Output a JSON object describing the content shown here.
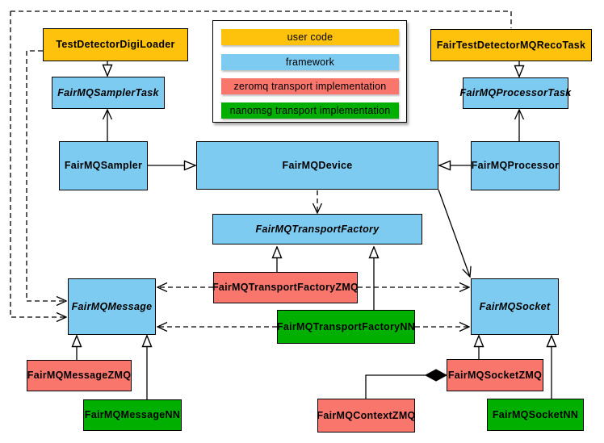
{
  "palette": {
    "user_code": "#FEC20D",
    "framework": "#7DCBF0",
    "zeromq": "#F9766D",
    "nanomsg": "#00AF00",
    "border": "#000000",
    "background": "#FFFFFF"
  },
  "legend": {
    "items": [
      {
        "label": "user code",
        "category": "user_code"
      },
      {
        "label": "framework",
        "category": "framework"
      },
      {
        "label": "zeromq transport implementation",
        "category": "zeromq"
      },
      {
        "label": "nanomsg transport implementation",
        "category": "nanomsg"
      }
    ]
  },
  "nodes": {
    "testDetectorDigiLoader": {
      "label": "TestDetectorDigiLoader",
      "category": "user_code",
      "abstract": false
    },
    "fairTestDetectorMQRecoTask": {
      "label": "FairTestDetectorMQRecoTask",
      "category": "user_code",
      "abstract": false
    },
    "fairMQSamplerTask": {
      "label": "FairMQSamplerTask",
      "category": "framework",
      "abstract": true
    },
    "fairMQProcessorTask": {
      "label": "FairMQProcessorTask",
      "category": "framework",
      "abstract": true
    },
    "fairMQSampler": {
      "label": "FairMQSampler",
      "category": "framework",
      "abstract": false
    },
    "fairMQDevice": {
      "label": "FairMQDevice",
      "category": "framework",
      "abstract": false
    },
    "fairMQProcessor": {
      "label": "FairMQProcessor",
      "category": "framework",
      "abstract": false
    },
    "fairMQTransportFactory": {
      "label": "FairMQTransportFactory",
      "category": "framework",
      "abstract": true
    },
    "fairMQTransportFactoryZMQ": {
      "label": "FairMQTransportFactoryZMQ",
      "category": "zeromq",
      "abstract": false
    },
    "fairMQTransportFactoryNN": {
      "label": "FairMQTransportFactoryNN",
      "category": "nanomsg",
      "abstract": false
    },
    "fairMQMessage": {
      "label": "FairMQMessage",
      "category": "framework",
      "abstract": true
    },
    "fairMQSocket": {
      "label": "FairMQSocket",
      "category": "framework",
      "abstract": true
    },
    "fairMQMessageZMQ": {
      "label": "FairMQMessageZMQ",
      "category": "zeromq",
      "abstract": false
    },
    "fairMQMessageNN": {
      "label": "FairMQMessageNN",
      "category": "nanomsg",
      "abstract": false
    },
    "fairMQSocketZMQ": {
      "label": "FairMQSocketZMQ",
      "category": "zeromq",
      "abstract": false
    },
    "fairMQSocketNN": {
      "label": "FairMQSocketNN",
      "category": "nanomsg",
      "abstract": false
    },
    "fairMQContextZMQ": {
      "label": "FairMQContextZMQ",
      "category": "zeromq",
      "abstract": false
    }
  },
  "edges": [
    {
      "from": "TestDetectorDigiLoader",
      "to": "FairMQSamplerTask",
      "type": "inheritance"
    },
    {
      "from": "FairTestDetectorMQRecoTask",
      "to": "FairMQProcessorTask",
      "type": "inheritance"
    },
    {
      "from": "FairMQSampler",
      "to": "FairMQDevice",
      "type": "inheritance"
    },
    {
      "from": "FairMQProcessor",
      "to": "FairMQDevice",
      "type": "inheritance"
    },
    {
      "from": "FairMQSampler",
      "to": "FairMQSamplerTask",
      "type": "association"
    },
    {
      "from": "FairMQProcessor",
      "to": "FairMQProcessorTask",
      "type": "association"
    },
    {
      "from": "FairMQDevice",
      "to": "FairMQTransportFactory",
      "type": "dependency"
    },
    {
      "from": "FairMQDevice",
      "to": "FairMQSocket",
      "type": "association"
    },
    {
      "from": "FairMQTransportFactoryZMQ",
      "to": "FairMQTransportFactory",
      "type": "inheritance"
    },
    {
      "from": "FairMQTransportFactoryNN",
      "to": "FairMQTransportFactory",
      "type": "inheritance"
    },
    {
      "from": "FairMQTransportFactoryZMQ",
      "to": "FairMQMessage",
      "type": "dependency"
    },
    {
      "from": "FairMQTransportFactoryZMQ",
      "to": "FairMQSocket",
      "type": "dependency"
    },
    {
      "from": "FairMQTransportFactoryNN",
      "to": "FairMQMessage",
      "type": "dependency"
    },
    {
      "from": "FairMQTransportFactoryNN",
      "to": "FairMQSocket",
      "type": "dependency"
    },
    {
      "from": "TestDetectorDigiLoader",
      "to": "FairMQMessage",
      "type": "dependency"
    },
    {
      "from": "FairTestDetectorMQRecoTask",
      "to": "FairMQMessage",
      "type": "dependency"
    },
    {
      "from": "FairMQMessageZMQ",
      "to": "FairMQMessage",
      "type": "inheritance"
    },
    {
      "from": "FairMQMessageNN",
      "to": "FairMQMessage",
      "type": "inheritance"
    },
    {
      "from": "FairMQSocketZMQ",
      "to": "FairMQSocket",
      "type": "inheritance"
    },
    {
      "from": "FairMQSocketNN",
      "to": "FairMQSocket",
      "type": "inheritance"
    },
    {
      "from": "FairMQContextZMQ",
      "to": "FairMQSocketZMQ",
      "type": "composition"
    }
  ]
}
